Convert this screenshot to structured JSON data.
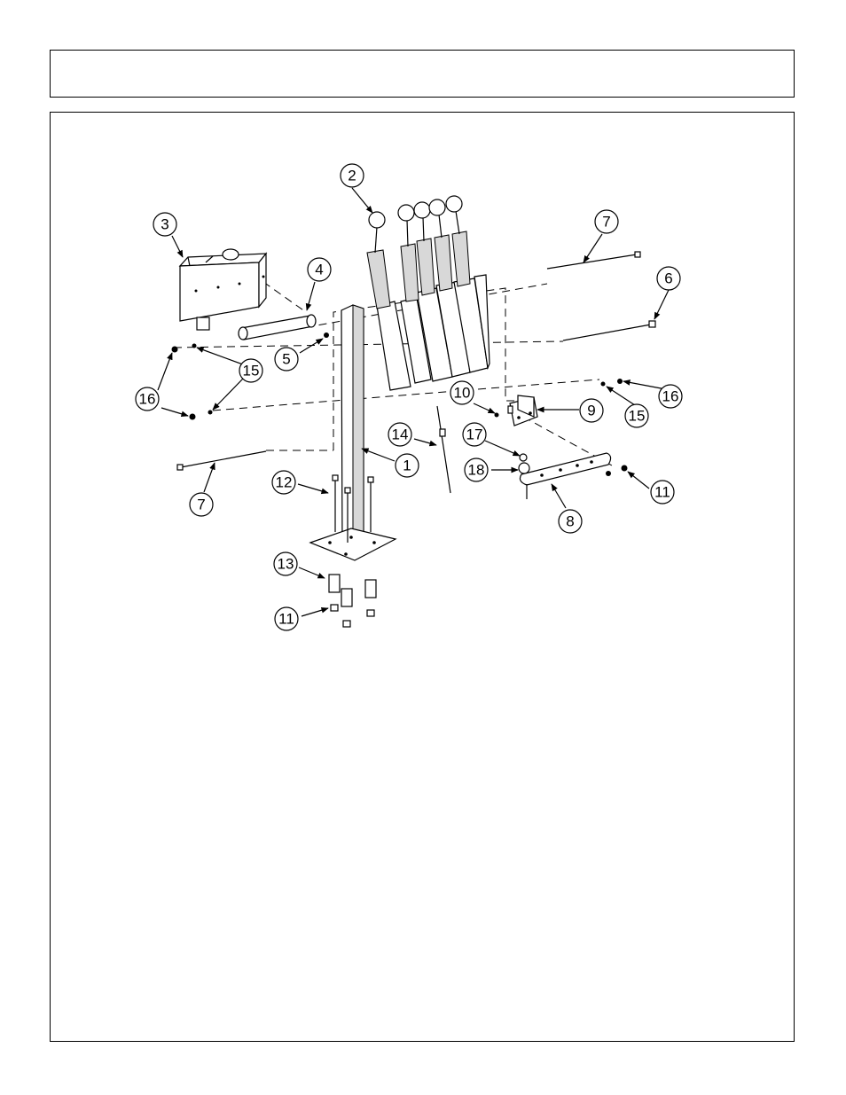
{
  "diagram": {
    "callouts": [
      {
        "label": "1"
      },
      {
        "label": "2"
      },
      {
        "label": "3"
      },
      {
        "label": "4"
      },
      {
        "label": "5"
      },
      {
        "label": "6"
      },
      {
        "label": "7"
      },
      {
        "label": "7"
      },
      {
        "label": "8"
      },
      {
        "label": "9"
      },
      {
        "label": "10"
      },
      {
        "label": "11"
      },
      {
        "label": "11"
      },
      {
        "label": "12"
      },
      {
        "label": "13"
      },
      {
        "label": "14"
      },
      {
        "label": "15"
      },
      {
        "label": "15"
      },
      {
        "label": "16"
      },
      {
        "label": "16"
      },
      {
        "label": "17"
      },
      {
        "label": "18"
      }
    ]
  }
}
